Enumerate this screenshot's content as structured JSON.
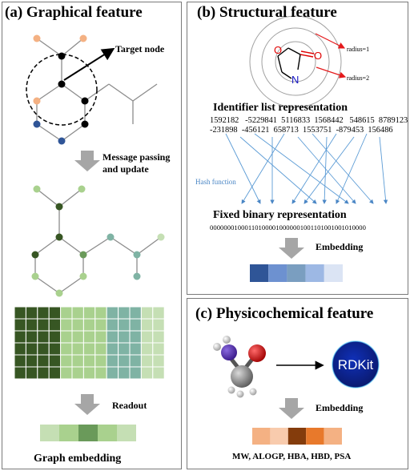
{
  "panel_a": {
    "title": "(a) Graphical feature",
    "target_node": "Target node",
    "message_passing": "Message passing",
    "and_update": "and update",
    "readout": "Readout",
    "graph_embedding": "Graph embedding"
  },
  "panel_b": {
    "title": "(b) Structural feature",
    "radius1": "radius=1",
    "radius2": "radius=2",
    "identifier_heading": "Identifier list representation",
    "identifier_row1": "1592182   -5229841  5116833  1568442   548615  8789123",
    "identifier_row2": "-231898  -456121  658713  1553751  -879453  156486",
    "hash_function": "Hash function",
    "fixed_heading": "Fixed binary representation",
    "binary": "000000010001101000010000001001101001001010000",
    "embedding": "Embedding",
    "atom_o": "O",
    "atom_n": "N"
  },
  "panel_c": {
    "title": "(c) Physicochemical feature",
    "rdkit": "RDKit",
    "embedding": "Embedding",
    "descriptors": "MW, ALOGP, HBA, HBD, PSA"
  },
  "colors": {
    "peach": "#f4b183",
    "blue_node": "#2f5597",
    "dark_green": "#375623",
    "mid_green": "#6a9a5a",
    "light_green": "#a9d18e",
    "teal_green": "#7fb3a4",
    "arrow_blue": "#5b9bd5",
    "gray_arrow": "#a6a6a6",
    "red_arrow": "#e41a1c"
  }
}
